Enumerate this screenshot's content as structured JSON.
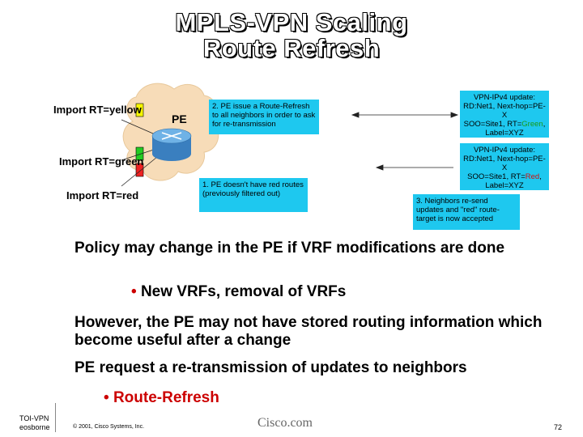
{
  "title": {
    "line1": "MPLS-VPN Scaling",
    "line2": "Route Refresh"
  },
  "diagram": {
    "import_yellow": "Import RT=yellow",
    "import_green": "Import RT=green",
    "import_red": "Import RT=red",
    "pe_label": "PE",
    "box2": "2. PE issue a Route-Refresh to all neighbors in order to ask for re-transmission",
    "box1": "1. PE doesn't have red routes (previously filtered out)",
    "box3": "3. Neighbors re-send updates and \"red\" route-target is now accepted",
    "update1": {
      "line1": "VPN-IPv4 update:",
      "line2": "RD:Net1, Next-hop=PE-X",
      "line3_prefix": "SOO=Site1, RT=",
      "line3_color": "Green",
      "line3_suffix": ",",
      "line4": "Label=XYZ"
    },
    "update2": {
      "line1": "VPN-IPv4 update:",
      "line2": "RD:Net1, Next-hop=PE-X",
      "line3_prefix": "SOO=Site1, RT=",
      "line3_color": "Red",
      "line3_suffix": ",",
      "line4": "Label=XYZ"
    }
  },
  "body": {
    "p1": "Policy may change in the PE if VRF modifications are done",
    "b1": "New VRFs, removal of VRFs",
    "p2": "However, the PE may not have stored routing information which become useful after a change",
    "p3": "PE request a re-transmission of updates to neighbors",
    "b2": "Route-Refresh"
  },
  "footer": {
    "left1": "TOI-VPN",
    "left2": "eosborne",
    "copyright": "© 2001, Cisco Systems, Inc.",
    "brand": "Cisco.com",
    "page": "72"
  },
  "colors": {
    "box": "#1ec8ef",
    "bullet_red": "#cc0000",
    "yellow": "#f5f500",
    "green": "#22cc22",
    "red": "#ee2222",
    "cloud": "#f7dcb8"
  }
}
